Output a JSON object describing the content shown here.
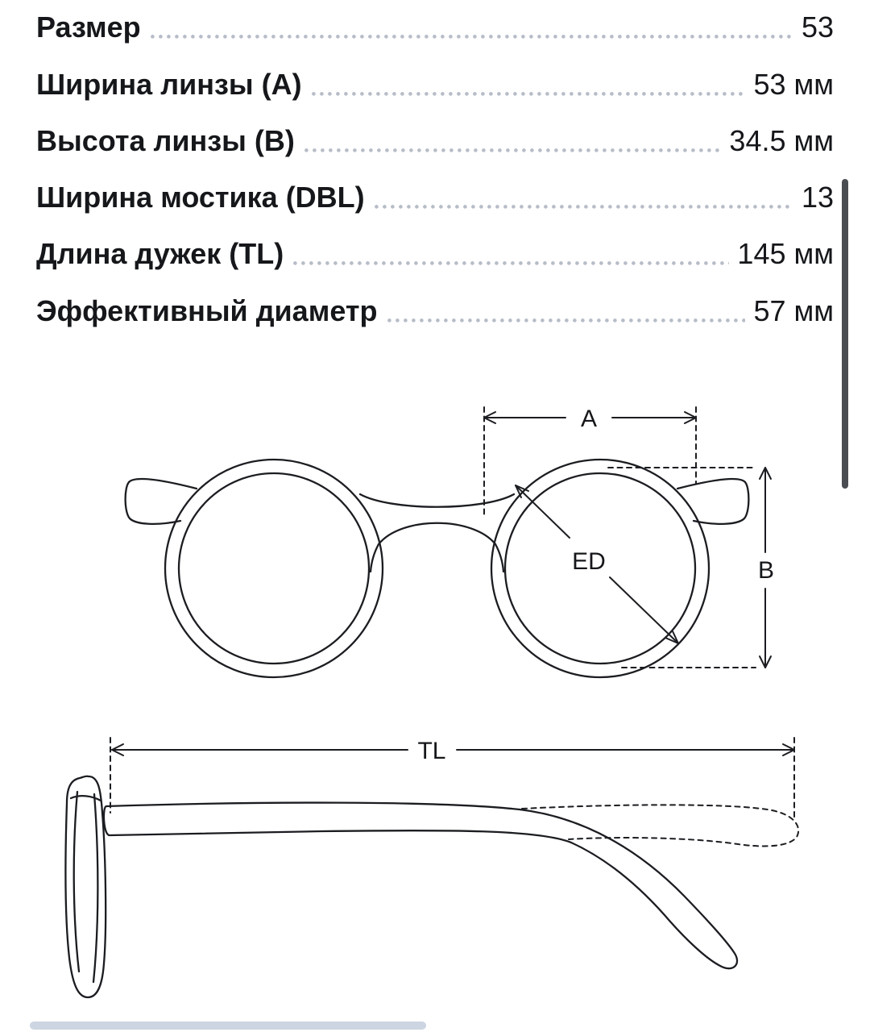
{
  "specs": [
    {
      "label": "Размер",
      "value": "53"
    },
    {
      "label": "Ширина линзы (A)",
      "value": "53 мм"
    },
    {
      "label": "Высота линзы (B)",
      "value": "34.5 мм"
    },
    {
      "label": "Ширина мостика (DBL)",
      "value": "13"
    },
    {
      "label": "Длина дужек (TL)",
      "value": "145 мм"
    },
    {
      "label": "Эффективный диаметр",
      "value": "57 мм"
    }
  ],
  "diagram": {
    "labels": {
      "a": "A",
      "b": "B",
      "ed": "ED",
      "tl": "TL"
    }
  },
  "colors": {
    "ink": "#1b1d21",
    "text": "#15171a",
    "leader_dots": "#b7bdc7",
    "vertical_scrollbar": "#4a4d52",
    "horizontal_indicator": "#ccd5e1",
    "background": "#ffffff"
  }
}
